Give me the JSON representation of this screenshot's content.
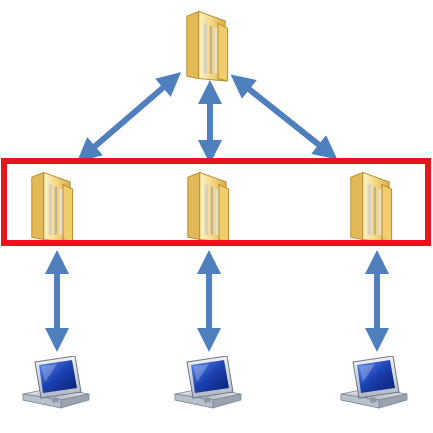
{
  "diagram": {
    "description_none": "",
    "colors": {
      "arrow": "#4f7fbd",
      "highlight_border": "#e8141c",
      "folder_light": "#fbe7a1",
      "folder_dark": "#e0b753",
      "monitor_screen": "#1a3fb0",
      "monitor_body": "#d9dde3"
    },
    "nodes": {
      "top": {
        "icon": "folder-icon"
      },
      "middle": [
        {
          "icon": "folder-icon"
        },
        {
          "icon": "folder-icon"
        },
        {
          "icon": "folder-icon"
        }
      ],
      "bottom": [
        {
          "icon": "computer-icon"
        },
        {
          "icon": "computer-icon"
        },
        {
          "icon": "computer-icon"
        }
      ]
    },
    "highlight": {
      "shape": "rectangle",
      "covers": "middle row"
    },
    "connections": [
      {
        "from": "top",
        "to": "middle-0",
        "style": "double-arrow"
      },
      {
        "from": "top",
        "to": "middle-1",
        "style": "double-arrow"
      },
      {
        "from": "top",
        "to": "middle-2",
        "style": "double-arrow"
      },
      {
        "from": "middle-0",
        "to": "bottom-0",
        "style": "double-arrow"
      },
      {
        "from": "middle-1",
        "to": "bottom-1",
        "style": "double-arrow"
      },
      {
        "from": "middle-2",
        "to": "bottom-2",
        "style": "double-arrow"
      }
    ]
  }
}
